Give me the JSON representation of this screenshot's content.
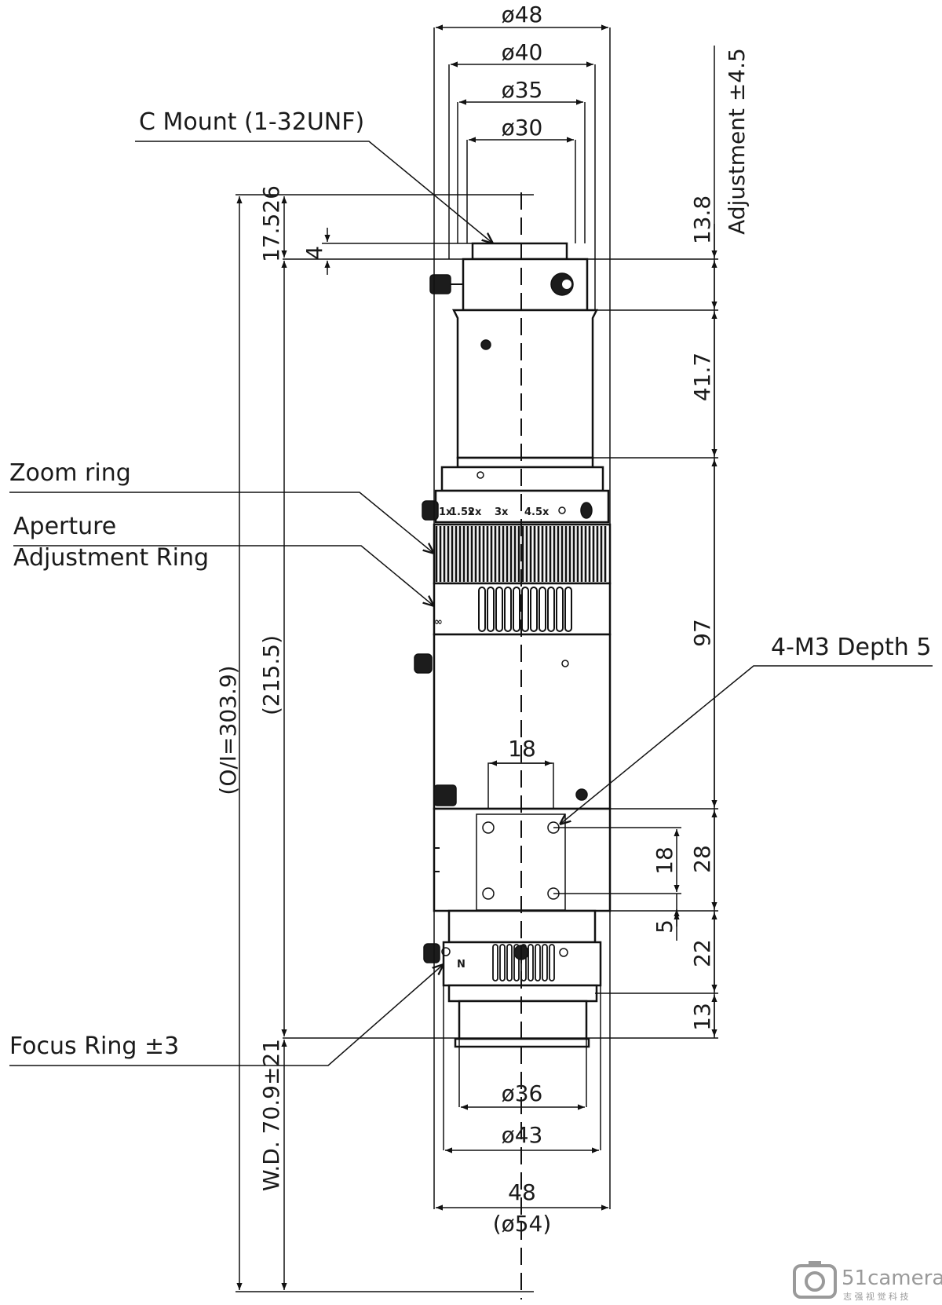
{
  "callouts": {
    "c_mount": "C Mount (1-32UNF)",
    "zoom_ring": "Zoom ring",
    "aperture_line1": "Aperture",
    "aperture_line2": "Adjustment Ring",
    "m3_holes": "4-M3 Depth 5",
    "focus_ring": "Focus Ring ±3"
  },
  "diameters": {
    "d48": "ø48",
    "d40": "ø40",
    "d35": "ø35",
    "d30": "ø30",
    "d36": "ø36",
    "d43": "ø43",
    "w48": "48",
    "d54": "(ø54)"
  },
  "vertical_dims": {
    "adjustment": "Adjustment ±4.5",
    "d13_8": "13.8",
    "d41_7": "41.7",
    "d97": "97",
    "d28": "28",
    "d18_side": "18",
    "d5": "5",
    "d22": "22",
    "d13": "13",
    "d17_526": "17.526",
    "d4": "4",
    "oi": "(O/I=303.9)",
    "d215_5": "(215.5)",
    "wd": "W.D. 70.9±21",
    "d18_top": "18"
  },
  "ring_markings": {
    "m1": "1x",
    "m15": "1.5x",
    "m2": "2x",
    "m3": "3x",
    "m45": "4.5x",
    "inf": "∞",
    "near": "N"
  },
  "watermark": {
    "name": "51camera",
    "subtitle": "志 强 视 觉 科 技"
  }
}
